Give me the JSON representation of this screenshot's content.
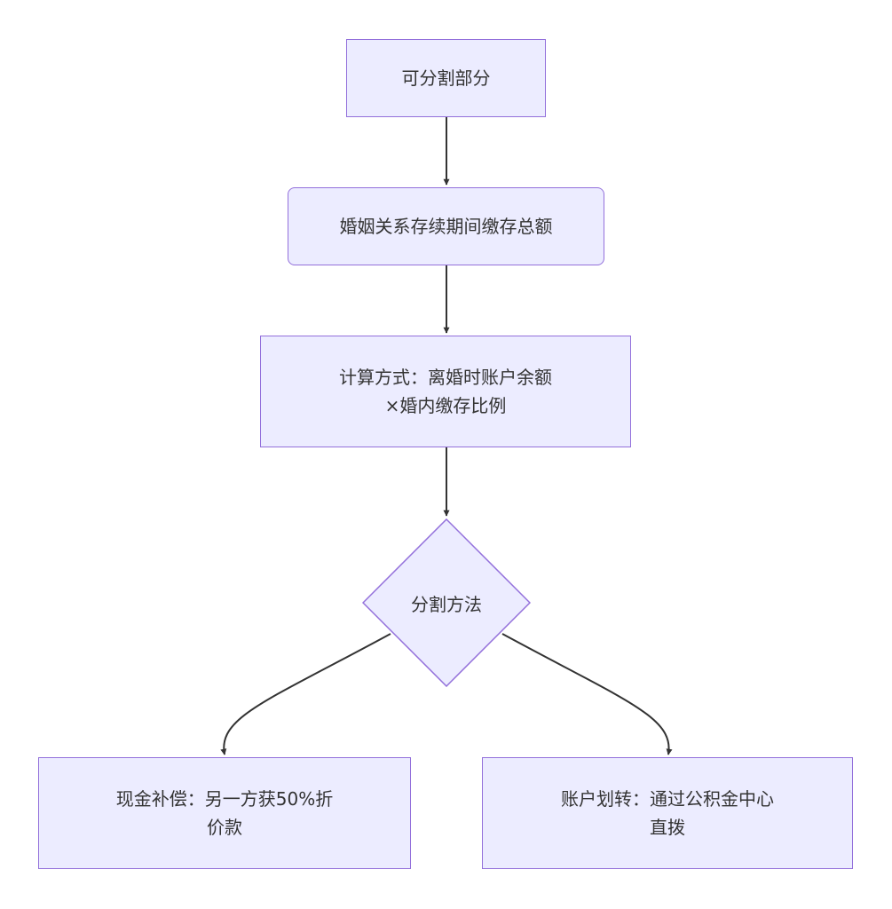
{
  "diagram": {
    "nodes": [
      {
        "id": "n1",
        "shape": "rect",
        "lines": [
          "可分割部分"
        ]
      },
      {
        "id": "n2",
        "shape": "rounded-rect",
        "lines": [
          "婚姻关系存续期间缴存总额"
        ]
      },
      {
        "id": "n3",
        "shape": "rect",
        "lines": [
          "计算方式：离婚时账户余额",
          "×婚内缴存比例"
        ]
      },
      {
        "id": "n4",
        "shape": "diamond",
        "lines": [
          "分割方法"
        ]
      },
      {
        "id": "n5",
        "shape": "rect",
        "lines": [
          "现金补偿：另一方获50%折",
          "价款"
        ]
      },
      {
        "id": "n6",
        "shape": "rect",
        "lines": [
          "账户划转：通过公积金中心",
          "直拨"
        ]
      }
    ],
    "edges": [
      {
        "from": "n1",
        "to": "n2"
      },
      {
        "from": "n2",
        "to": "n3"
      },
      {
        "from": "n3",
        "to": "n4"
      },
      {
        "from": "n4",
        "to": "n5"
      },
      {
        "from": "n4",
        "to": "n6"
      }
    ],
    "colors": {
      "node_fill": "#ececff",
      "node_border": "#9370db",
      "edge": "#333333",
      "text": "#333333"
    }
  }
}
